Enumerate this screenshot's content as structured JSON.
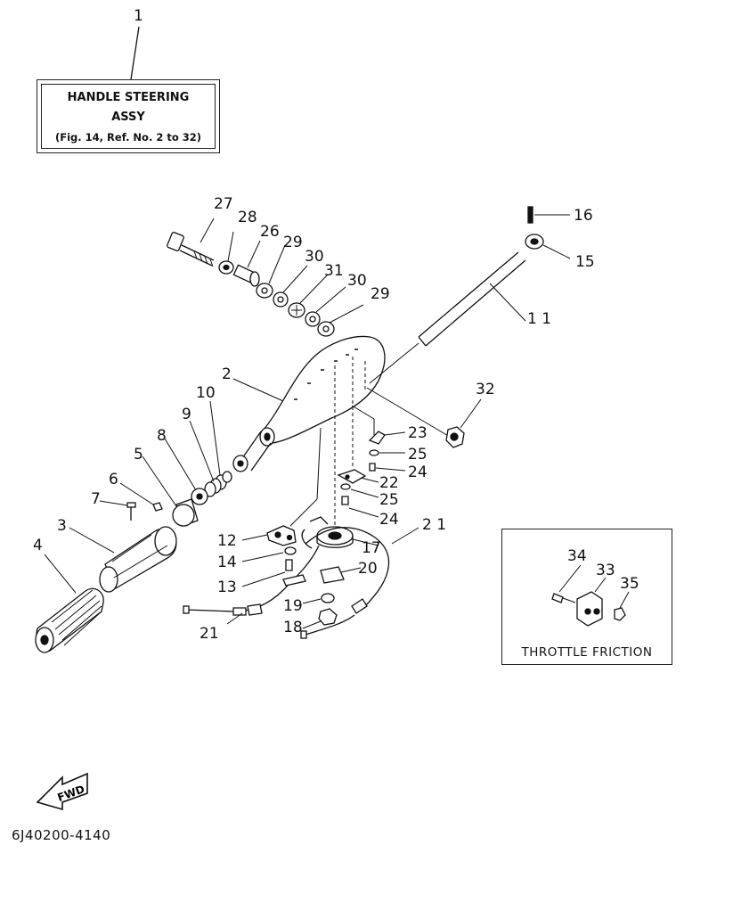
{
  "assembly_box": {
    "ref": "1",
    "line1": "HANDLE STEERING",
    "line2": "ASSY",
    "line3": "(Fig. 14, Ref. No. 2 to 32)"
  },
  "inset_box": {
    "caption": "THROTTLE FRICTION",
    "parts": [
      "34",
      "33",
      "35"
    ]
  },
  "parts": {
    "p2": "2",
    "p3": "3",
    "p4": "4",
    "p5": "5",
    "p6": "6",
    "p7": "7",
    "p8": "8",
    "p9": "9",
    "p10": "10",
    "p11": "1 1",
    "p12": "12",
    "p13": "13",
    "p14": "14",
    "p15": "15",
    "p16": "16",
    "p17": "17",
    "p18": "18",
    "p19": "19",
    "p20": "20",
    "p21a": "2 1",
    "p21b": "21",
    "p22": "22",
    "p23": "23",
    "p24a": "24",
    "p24b": "24",
    "p25a": "25",
    "p25b": "25",
    "p26": "26",
    "p27": "27",
    "p28": "28",
    "p29a": "29",
    "p29b": "29",
    "p30a": "30",
    "p30b": "30",
    "p31": "31",
    "p32": "32"
  },
  "direction": {
    "label": "FWD"
  },
  "catalog_code": "6J40200-4140"
}
